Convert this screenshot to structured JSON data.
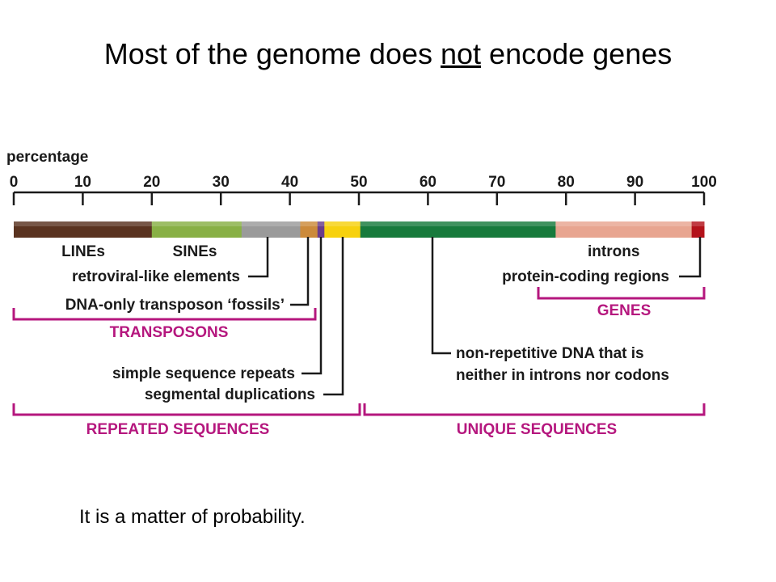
{
  "title": {
    "before": "Most of the genome does ",
    "emphasis": "not",
    "after": " encode genes"
  },
  "footer": "It is a matter of probability.",
  "figure": {
    "axis_label": "percentage",
    "ticks": [
      "0",
      "10",
      "20",
      "30",
      "40",
      "50",
      "60",
      "70",
      "80",
      "90",
      "100"
    ],
    "segments": [
      {
        "name": "LINEs",
        "start": 0,
        "end": 20,
        "color": "#5a3320"
      },
      {
        "name": "SINEs",
        "start": 20,
        "end": 33,
        "color": "#88b045"
      },
      {
        "name": "retroviral-like elements",
        "start": 33,
        "end": 41.5,
        "color": "#9a9a9a"
      },
      {
        "name": "DNA-only transposon fossils",
        "start": 41.5,
        "end": 44,
        "color": "#cc8a3a"
      },
      {
        "name": "simple sequence repeats",
        "start": 44,
        "end": 45,
        "color": "#6a3c8a"
      },
      {
        "name": "segmental duplications",
        "start": 45,
        "end": 50.2,
        "color": "#f7d10e"
      },
      {
        "name": "non-repetitive DNA that is neither in introns nor codons",
        "start": 50.2,
        "end": 78.5,
        "color": "#177a3c"
      },
      {
        "name": "introns",
        "start": 78.5,
        "end": 98.2,
        "color": "#e8a590"
      },
      {
        "name": "protein-coding regions",
        "start": 98.2,
        "end": 100,
        "color": "#b3121a"
      }
    ],
    "labels": {
      "lines": "LINEs",
      "sines": "SINEs",
      "retroviral": "retroviral-like elements",
      "dna_only": "DNA-only transposon ‘fossils’",
      "transposons": "TRANSPOSONS",
      "simple_repeats": "simple sequence repeats",
      "segmental": "segmental duplications",
      "repeated": "REPEATED SEQUENCES",
      "introns": "introns",
      "protein_coding": "protein-coding regions",
      "genes": "GENES",
      "nonrep_line1": "non-repetitive DNA that is",
      "nonrep_line2": "neither in introns nor codons",
      "unique": "UNIQUE SEQUENCES"
    },
    "colors": {
      "axis": "#1a1a1a",
      "callout": "#1a1a1a",
      "bracket": "#b5177e"
    }
  }
}
